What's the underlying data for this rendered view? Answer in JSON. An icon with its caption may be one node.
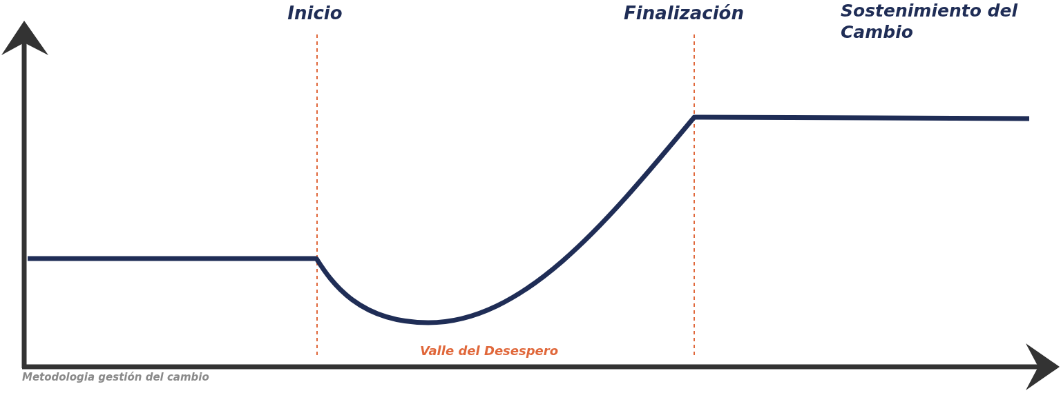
{
  "diagram": {
    "labels": [
      "Inicio",
      "Finalización",
      "Sostenimiento del Cambio",
      "Valle del Desespero"
    ],
    "caption": "Metodologia gestión del cambio"
  }
}
